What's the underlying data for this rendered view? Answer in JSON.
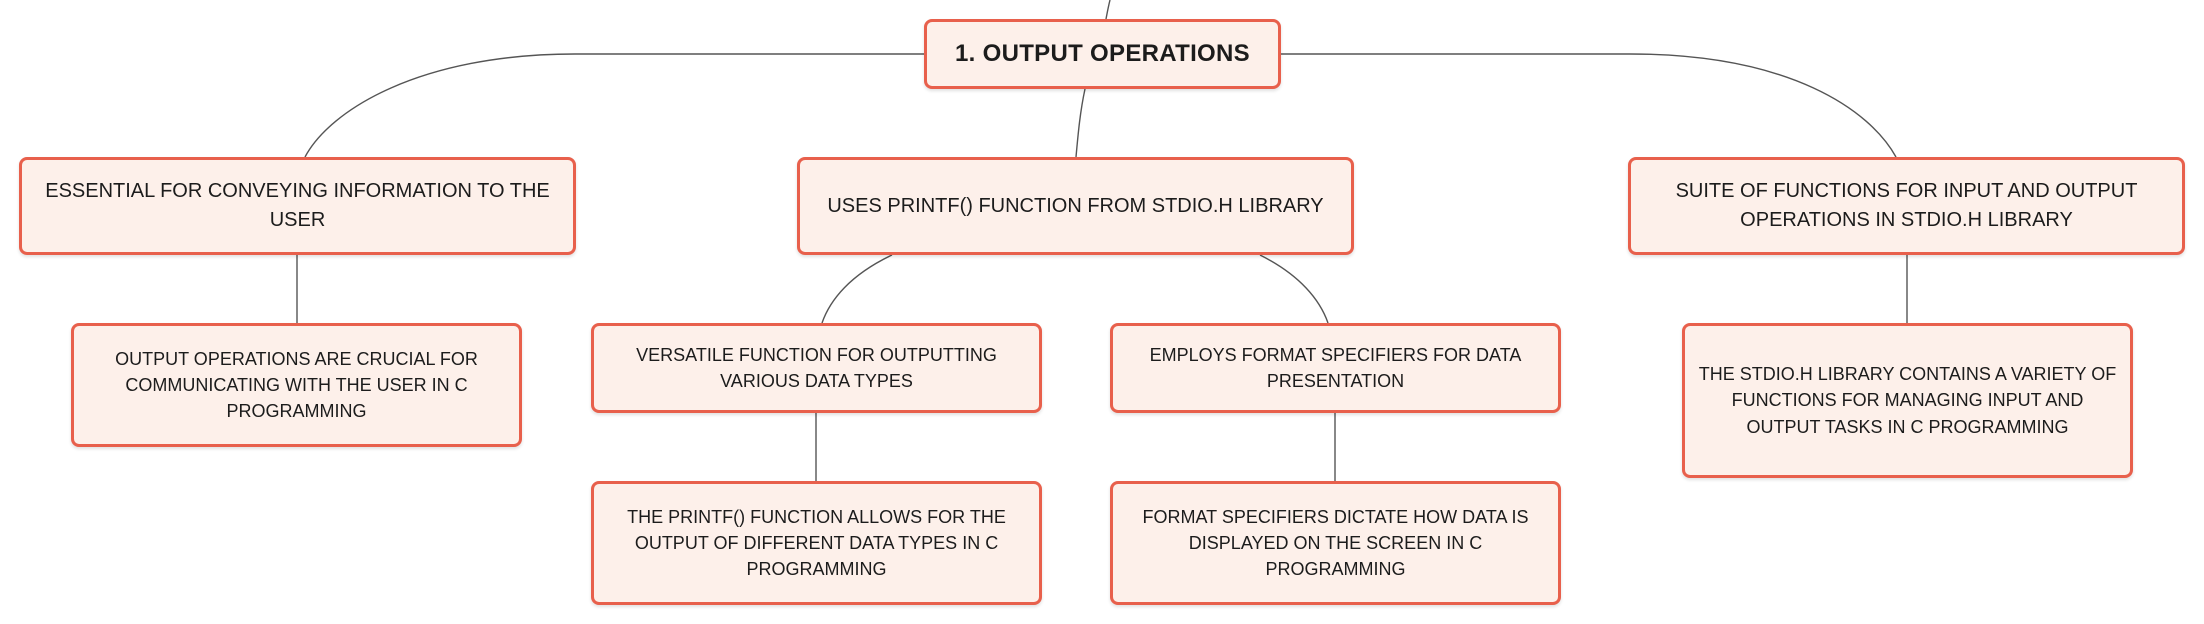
{
  "mindmap": {
    "root": {
      "label": "1. OUTPUT OPERATIONS"
    },
    "branches": [
      {
        "label": "ESSENTIAL FOR CONVEYING INFORMATION TO THE USER",
        "children": [
          {
            "label": "OUTPUT OPERATIONS ARE CRUCIAL FOR COMMUNICATING WITH THE USER IN C PROGRAMMING"
          }
        ]
      },
      {
        "label": "USES PRINTF() FUNCTION FROM STDIO.H LIBRARY",
        "children": [
          {
            "label": "VERSATILE FUNCTION FOR OUTPUTTING VARIOUS DATA TYPES",
            "children": [
              {
                "label": "THE PRINTF() FUNCTION ALLOWS FOR THE OUTPUT OF DIFFERENT DATA TYPES IN C PROGRAMMING"
              }
            ]
          },
          {
            "label": "EMPLOYS FORMAT SPECIFIERS FOR DATA PRESENTATION",
            "children": [
              {
                "label": "FORMAT SPECIFIERS DICTATE HOW DATA IS DISPLAYED ON THE SCREEN IN C PROGRAMMING"
              }
            ]
          }
        ]
      },
      {
        "label": "SUITE OF FUNCTIONS FOR INPUT AND OUTPUT OPERATIONS IN STDIO.H LIBRARY",
        "children": [
          {
            "label": "THE STDIO.H LIBRARY CONTAINS A VARIETY OF FUNCTIONS FOR MANAGING INPUT AND OUTPUT TASKS IN C PROGRAMMING"
          }
        ]
      }
    ],
    "colors": {
      "node_border": "#e8604c",
      "node_fill": "#fdf0ea",
      "connector": "#555555"
    }
  }
}
